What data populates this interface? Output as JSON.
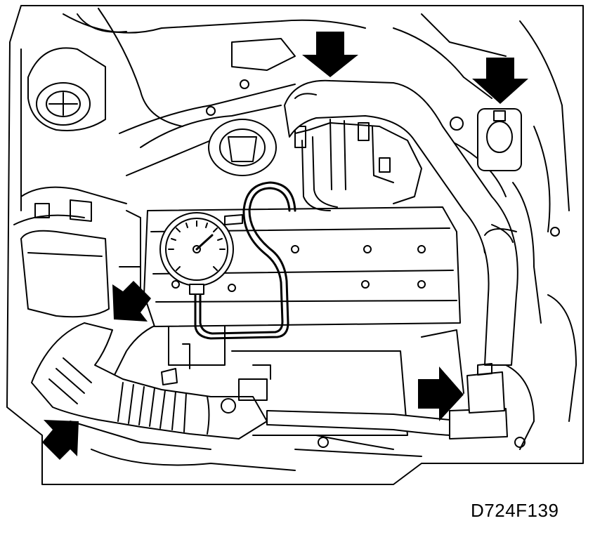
{
  "figure": {
    "id_label": "D724F139"
  },
  "arrows": [
    {
      "name": "arrow-top-center",
      "direction": "down",
      "color": "#000000"
    },
    {
      "name": "arrow-top-right",
      "direction": "down",
      "color": "#000000"
    },
    {
      "name": "arrow-left-mid",
      "direction": "down-left",
      "color": "#000000"
    },
    {
      "name": "arrow-bottom-left",
      "direction": "up-right",
      "color": "#000000"
    },
    {
      "name": "arrow-bottom-right",
      "direction": "right",
      "color": "#000000"
    }
  ],
  "components": [
    "pressure-gauge",
    "gauge-hose",
    "upper-coolant-hose",
    "lower-coolant-hose",
    "air-intake-hose",
    "expansion-tank-cap",
    "cylinder-head-cover",
    "fuse-box",
    "brake-fluid-reservoir"
  ]
}
